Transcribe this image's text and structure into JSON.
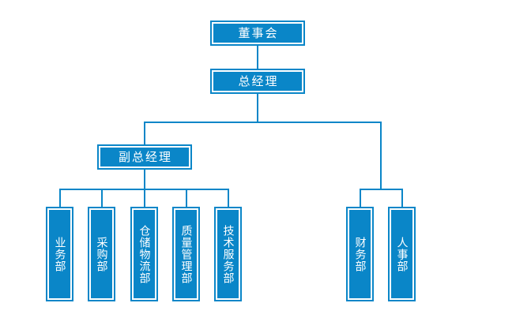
{
  "colors": {
    "background": "#ffffff",
    "node_fill": "#0a86c8",
    "node_border": "#0a86c8",
    "node_text": "#ffffff",
    "connector": "#0a86c8"
  },
  "org_chart": {
    "type": "org-hierarchy",
    "nodes": {
      "board": {
        "label": "董事会"
      },
      "general_manager": {
        "label": "总经理"
      },
      "deputy_general_manager": {
        "label": "副总经理"
      },
      "left_departments": [
        {
          "label": "业务部"
        },
        {
          "label": "采购部"
        },
        {
          "label": "仓储物流部"
        },
        {
          "label": "质量管理部"
        },
        {
          "label": "技术服务部"
        }
      ],
      "right_departments": [
        {
          "label": "财务部"
        },
        {
          "label": "人事部"
        }
      ]
    },
    "edges": [
      [
        "董事会",
        "总经理"
      ],
      [
        "总经理",
        "副总经理"
      ],
      [
        "总经理",
        "财务部"
      ],
      [
        "总经理",
        "人事部"
      ],
      [
        "副总经理",
        "业务部"
      ],
      [
        "副总经理",
        "采购部"
      ],
      [
        "副总经理",
        "仓储物流部"
      ],
      [
        "副总经理",
        "质量管理部"
      ],
      [
        "副总经理",
        "技术服务部"
      ]
    ]
  }
}
